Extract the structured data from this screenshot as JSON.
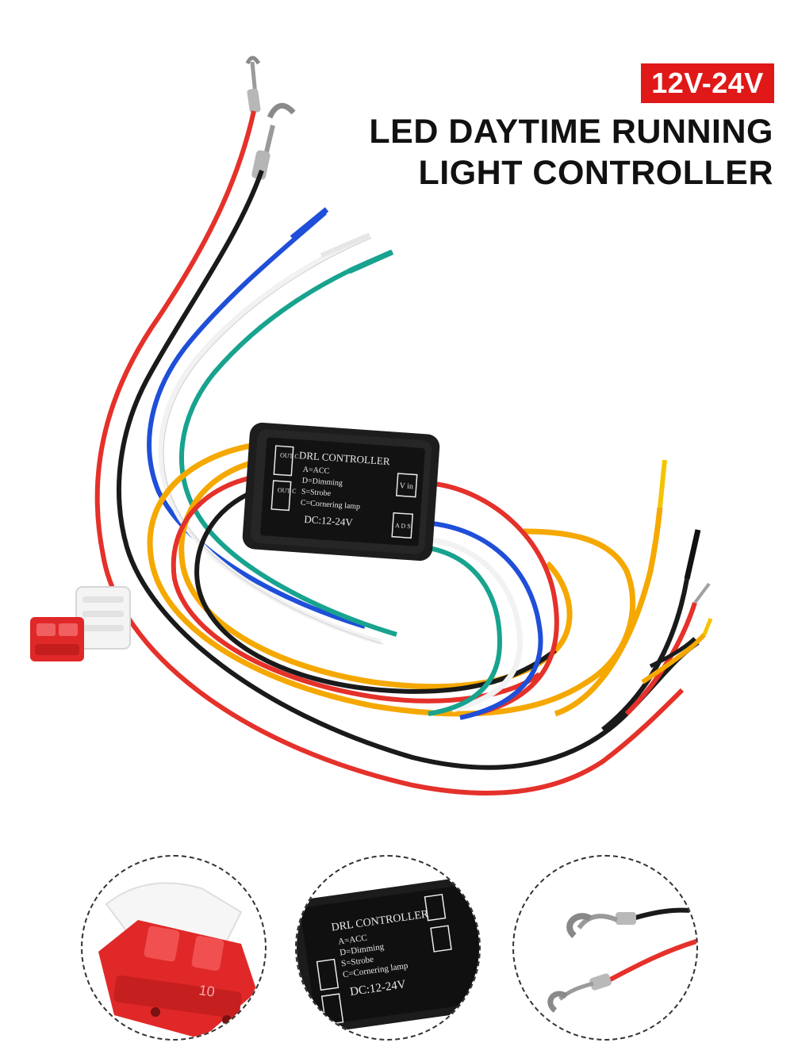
{
  "badge": {
    "voltage": "12V-24V"
  },
  "title": {
    "line1": "LED DAYTIME RUNNING",
    "line2": "LIGHT CONTROLLER"
  },
  "module": {
    "heading": "DRL CONTROLLER",
    "line_a": "A=ACC",
    "line_d": "D=Dimming",
    "line_s": "S=Strobe",
    "line_c": "C=Cornering lamp",
    "line_dc": "DC:12-24V",
    "port_out1": "OUT C",
    "port_out2": "OUT C",
    "port_vin": "V in",
    "port_ads": "A D S"
  },
  "colors": {
    "badge": "#e01818",
    "wire_red": "#e4312a",
    "wire_black": "#1a1a1a",
    "wire_blue": "#1f4fd8",
    "wire_white": "#f4f4f4",
    "wire_teal": "#18a38f",
    "wire_yellow": "#f5a800",
    "fuse": "#e02828"
  },
  "fuse": {
    "rating": "10"
  }
}
